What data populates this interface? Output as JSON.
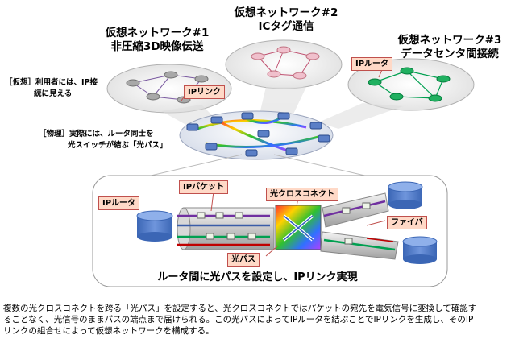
{
  "networks": [
    {
      "line1": "仮想ネットワーク#1",
      "line2": "非圧縮3D映像伝送"
    },
    {
      "line1": "仮想ネットワーク#2",
      "line2": "ICタグ通信"
    },
    {
      "line1": "仮想ネットワーク#3",
      "line2": "データセンタ間接続"
    }
  ],
  "side_notes": {
    "virtual_tag": "［仮想］",
    "virtual_line1": "利用者には、IP接",
    "virtual_line2": "続に見える",
    "physical_tag": "［物理］",
    "physical_line1": "実際には、ルータ同士を",
    "physical_line2": "光スイッチが結ぶ「光パス」"
  },
  "labels": {
    "ip_link": "IPリンク",
    "ip_router_top": "IPルータ",
    "ip_router_bottom": "IPルータ",
    "ip_packet": "IPパケット",
    "optical_cross_connect": "光クロスコネクト",
    "fiber": "ファイバ",
    "optical_path": "光パス"
  },
  "bottom_title": "ルータ間に光パスを設定し、IPリンク実現",
  "caption": {
    "line1": "複数の光クロスコネクトを跨る「光パス」を設定すると、光クロスコネクトではパケットの宛先を電気信号に変換して確認す",
    "line2": "ることなく、光信号のままパスの端点まで届けられる。この光パスによってIPルータを結ぶことでIPリンクを生成し、そのIP",
    "line3": "リンクの組合せによって仮想ネットワークを構成する。"
  },
  "colors": {
    "net1": "#9a9a9a",
    "net2": "#e8b7c4",
    "net3": "#00a050",
    "physical": "#3a5da8",
    "tag_fill": "#ffd9c7",
    "tag_border": "#c0504d"
  }
}
